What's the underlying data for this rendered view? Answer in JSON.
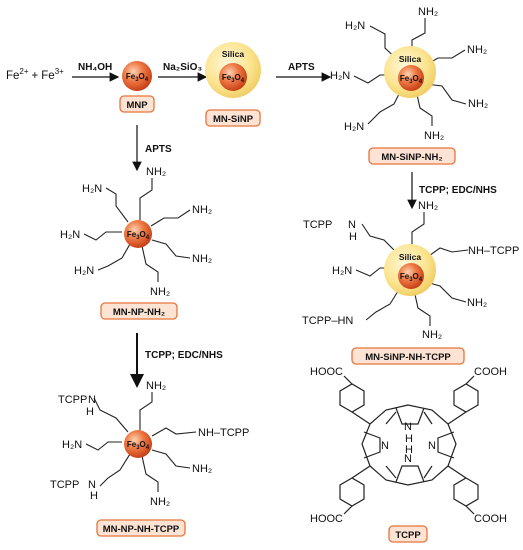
{
  "reactants": {
    "fe2": "Fe",
    "fe2_charge": "2+",
    "plus": "+",
    "fe3": "Fe",
    "fe3_charge": "3+"
  },
  "core": {
    "fe": "Fe",
    "sub3": "3",
    "o": "O",
    "sub4": "4"
  },
  "shell_label": "Silica",
  "steps": {
    "nh4oh": "NH₄OH",
    "na2sio3": "Na₂SiO₃",
    "apts": "APTS",
    "tcpp_edc": "TCPP; EDC/NHS"
  },
  "groups": {
    "amine": "NH₂",
    "amine_h2n": "H₂N",
    "nh_tcpp": "NH–TCPP",
    "tcpp_hn": "TCPP–HN",
    "tcpp_n": "TCPP",
    "n": "N",
    "h": "H"
  },
  "labels": {
    "mnp": "MNP",
    "mn_sinp": "MN-SiNP",
    "mn_sinp_nh2": "MN-SiNP-NH₂",
    "mn_np_nh2": "MN-NP-NH₂",
    "mn_sinp_nh_tcpp": "MN-SiNP-NH-TCPP",
    "mn_np_nh_tcpp": "MN-NP-NH-TCPP",
    "tcpp": "TCPP"
  },
  "porphyrin": {
    "cooh": "COOH",
    "hooc": "HOOC",
    "n": "N",
    "h": "H"
  },
  "colors": {
    "core": "#e8542a",
    "shell": "#f7d96a",
    "tag_border": "#e8743a",
    "tag_fill": "#fde3d3"
  }
}
